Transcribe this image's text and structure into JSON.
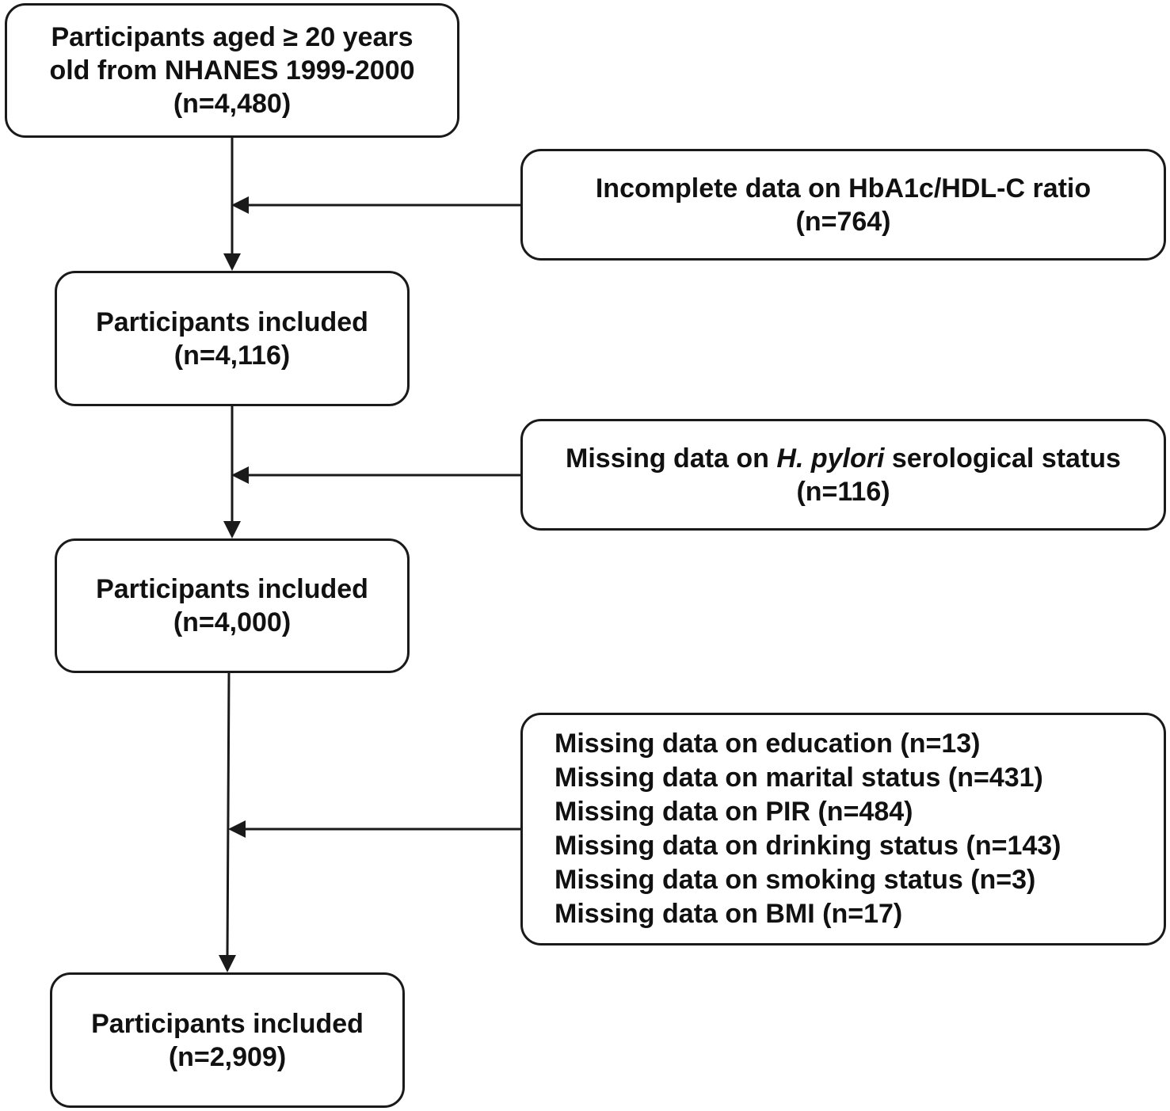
{
  "colors": {
    "stroke": "#1a1a1a",
    "text": "#111111",
    "background": "#ffffff"
  },
  "boxes": {
    "start": {
      "line1": "Participants aged ≥ 20 years",
      "line2": "old from NHANES 1999-2000",
      "count": "(n=4,480)"
    },
    "exclusion1": {
      "text": "Incomplete data on HbA1c/HDL-C ratio",
      "count": "(n=764)"
    },
    "included1": {
      "text": "Participants included",
      "count": "(n=4,116)"
    },
    "exclusion2": {
      "prefix": "Missing data on ",
      "italic": "H. pylori",
      "suffix": " serological status",
      "count": "(n=116)"
    },
    "included2": {
      "text": "Participants included",
      "count": "(n=4,000)"
    },
    "exclusion3": {
      "items": [
        "Missing data on education (n=13)",
        "Missing data on marital status (n=431)",
        "Missing data on PIR (n=484)",
        "Missing data on drinking status (n=143)",
        "Missing data on smoking status (n=3)",
        "Missing data on BMI (n=17)"
      ]
    },
    "final": {
      "text": "Participants included",
      "count": "(n=2,909)"
    }
  }
}
